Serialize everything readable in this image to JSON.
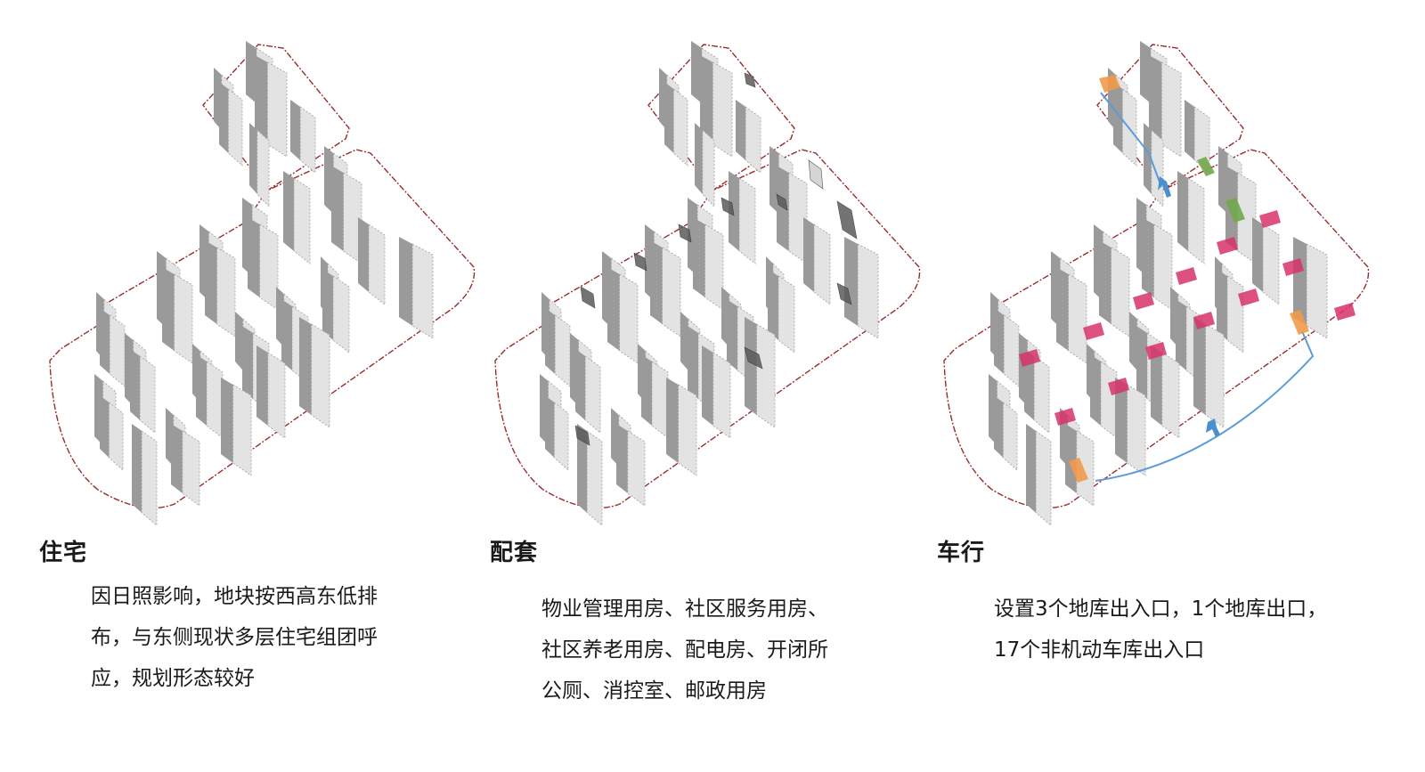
{
  "panels": [
    {
      "id": "residential",
      "title": "住宅",
      "lines": [
        "因日照影响，地块按西高东低排",
        "布，与东侧现状多层住宅组团呼",
        "应，规划形态较好"
      ]
    },
    {
      "id": "facilities",
      "title": "配套",
      "lines": [
        "物业管理用房、社区服务用房、",
        "社区养老用房、配电房、开闭所",
        "公厕、消控室、邮政用房"
      ]
    },
    {
      "id": "traffic",
      "title": "车行",
      "lines": [
        "设置3个地库出入口，1个地库出口，",
        "17个非机动车库出入口"
      ]
    }
  ],
  "colors": {
    "boundary": "#9b2b2b",
    "building_face": "#e3e3e3",
    "building_shadow": "#9a9a9a",
    "facility_block": "#5a5a5a",
    "basement_entrance": "#f29a4a",
    "bike_entrance": "#d8336b",
    "basement_exit": "#72a84a",
    "route_arrow": "#4a90d0"
  }
}
